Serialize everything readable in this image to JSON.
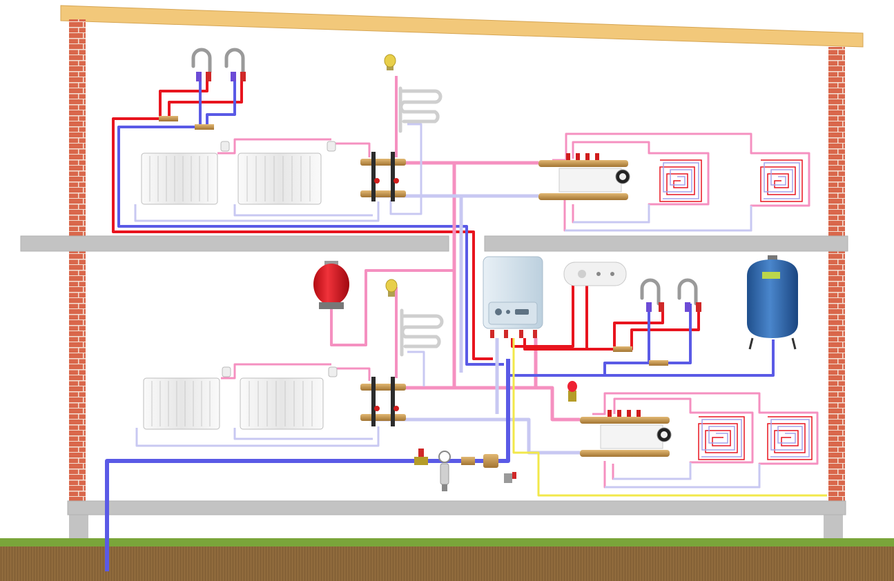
{
  "diagram": {
    "kind": "house heating and water supply schematic",
    "floors": 2,
    "colors": {
      "heating_supply": "#e8141e",
      "heating_flow": "#f590c0",
      "heating_return": "#c8c8f2",
      "cold_water": "#5a5ae6",
      "gas_line": "#f2e84a",
      "brick": "#d9674b",
      "slab": "#c3c3c3",
      "roof": "#f2c87a",
      "grass": "#7aa53a",
      "soil": "#8f6a3c"
    },
    "components": [
      "roof-beam",
      "brick-walls",
      "floor-slabs",
      "ground",
      "wall-boiler",
      "indirect-water-heater",
      "expansion-tank-red",
      "hydro-accumulator-blue",
      "radiators-upper",
      "radiators-lower",
      "radiator-manifolds",
      "underfloor-manifolds",
      "underfloor-loops",
      "towel-warmers",
      "mixer-taps",
      "water-filter-unit",
      "safety-valve"
    ]
  }
}
